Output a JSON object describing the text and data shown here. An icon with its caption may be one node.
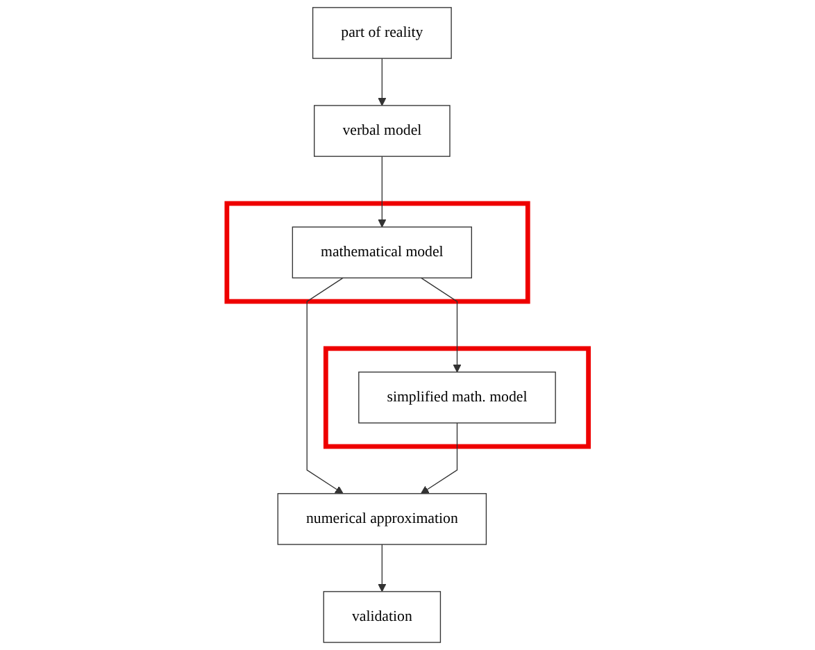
{
  "diagram": {
    "nodes": [
      {
        "text": [
          "part of reality"
        ]
      },
      {
        "text": [
          "verbal model"
        ]
      },
      {
        "text": [],
        "shape": "box"
      },
      {
        "text": [
          "mathematical model"
        ],
        "in": 2
      },
      {
        "text": [],
        "shape": "box"
      },
      {
        "text": [
          "simplified math. model"
        ],
        "in": 4
      },
      {
        "text": [
          "numerical approximation"
        ]
      },
      {
        "text": [
          "validation"
        ]
      }
    ],
    "edges": [
      {
        "from": 0,
        "to": 1,
        "arrow": "to"
      },
      {
        "from": 1,
        "to": 3,
        "arrow": "to"
      },
      {
        "from": 3,
        "to": 5,
        "arrow": "to"
      },
      {
        "from": 3,
        "to": 6,
        "arrow": "to"
      },
      {
        "from": 5,
        "to": 6,
        "arrow": "to"
      },
      {
        "from": 6,
        "to": 7,
        "arrow": "to"
      }
    ]
  }
}
